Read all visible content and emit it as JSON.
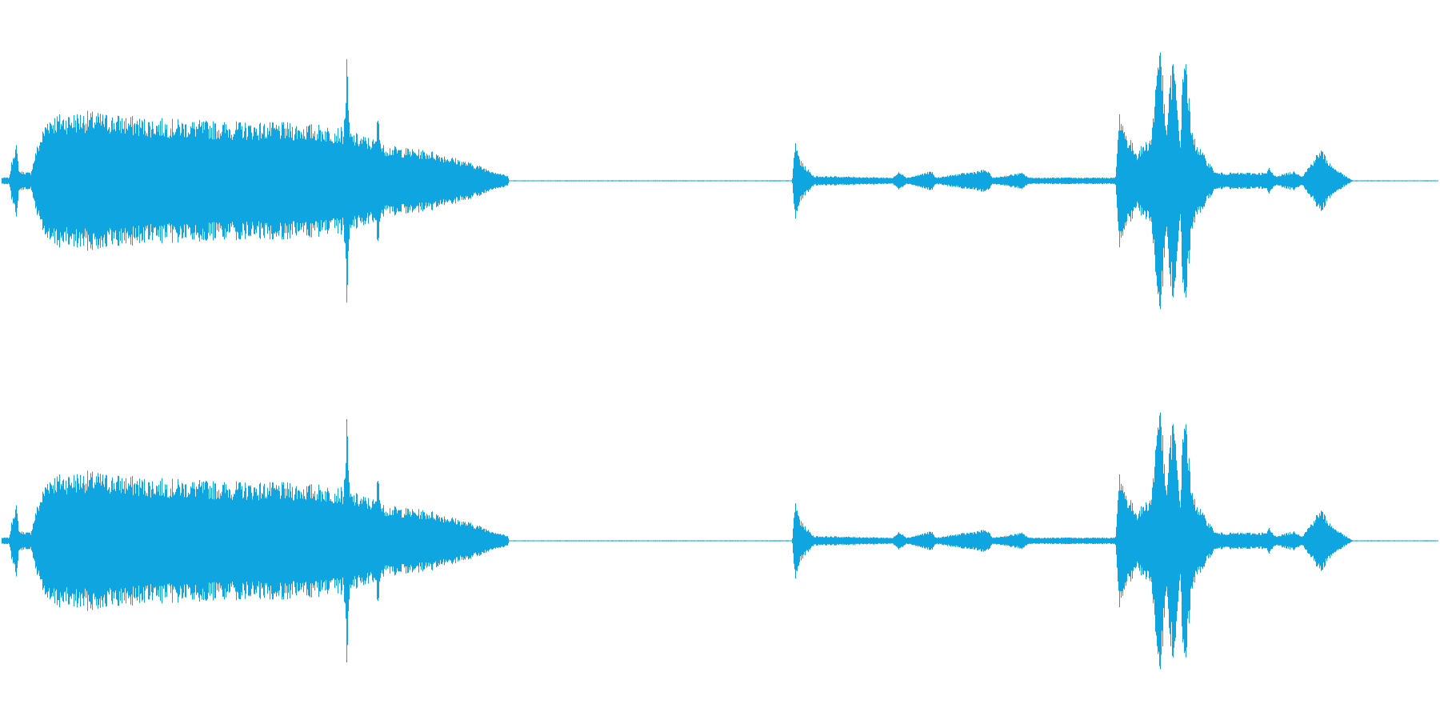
{
  "waveform": {
    "color": "#0ea5e0",
    "background": "#ffffff",
    "channels": [
      {
        "name": ""
      },
      {
        "name": ""
      }
    ],
    "envelope": [
      {
        "t": 0.0,
        "a": 0.02
      },
      {
        "t": 0.005,
        "a": 0.02
      },
      {
        "t": 0.008,
        "a": 0.18
      },
      {
        "t": 0.01,
        "a": 0.22
      },
      {
        "t": 0.012,
        "a": 0.06
      },
      {
        "t": 0.02,
        "a": 0.05
      },
      {
        "t": 0.024,
        "a": 0.2
      },
      {
        "t": 0.028,
        "a": 0.3
      },
      {
        "t": 0.032,
        "a": 0.4
      },
      {
        "t": 0.06,
        "a": 0.42
      },
      {
        "t": 0.1,
        "a": 0.38
      },
      {
        "t": 0.15,
        "a": 0.36
      },
      {
        "t": 0.2,
        "a": 0.35
      },
      {
        "t": 0.22,
        "a": 0.34
      },
      {
        "t": 0.238,
        "a": 0.32
      },
      {
        "t": 0.24,
        "a": 0.75
      },
      {
        "t": 0.242,
        "a": 0.3
      },
      {
        "t": 0.26,
        "a": 0.25
      },
      {
        "t": 0.262,
        "a": 0.45
      },
      {
        "t": 0.264,
        "a": 0.22
      },
      {
        "t": 0.28,
        "a": 0.2
      },
      {
        "t": 0.3,
        "a": 0.18
      },
      {
        "t": 0.33,
        "a": 0.1
      },
      {
        "t": 0.352,
        "a": 0.03
      },
      {
        "t": 0.353,
        "a": 0.003
      },
      {
        "t": 0.55,
        "a": 0.003
      },
      {
        "t": 0.552,
        "a": 0.25
      },
      {
        "t": 0.556,
        "a": 0.12
      },
      {
        "t": 0.565,
        "a": 0.03
      },
      {
        "t": 0.62,
        "a": 0.02
      },
      {
        "t": 0.625,
        "a": 0.06
      },
      {
        "t": 0.63,
        "a": 0.02
      },
      {
        "t": 0.647,
        "a": 0.06
      },
      {
        "t": 0.65,
        "a": 0.02
      },
      {
        "t": 0.685,
        "a": 0.07
      },
      {
        "t": 0.69,
        "a": 0.02
      },
      {
        "t": 0.71,
        "a": 0.05
      },
      {
        "t": 0.715,
        "a": 0.02
      },
      {
        "t": 0.775,
        "a": 0.02
      },
      {
        "t": 0.778,
        "a": 0.45
      },
      {
        "t": 0.782,
        "a": 0.3
      },
      {
        "t": 0.79,
        "a": 0.18
      },
      {
        "t": 0.8,
        "a": 0.28
      },
      {
        "t": 0.806,
        "a": 0.95
      },
      {
        "t": 0.81,
        "a": 0.3
      },
      {
        "t": 0.815,
        "a": 0.8
      },
      {
        "t": 0.82,
        "a": 0.25
      },
      {
        "t": 0.823,
        "a": 0.9
      },
      {
        "t": 0.828,
        "a": 0.3
      },
      {
        "t": 0.835,
        "a": 0.18
      },
      {
        "t": 0.845,
        "a": 0.05
      },
      {
        "t": 0.88,
        "a": 0.05
      },
      {
        "t": 0.882,
        "a": 0.08
      },
      {
        "t": 0.886,
        "a": 0.03
      },
      {
        "t": 0.9,
        "a": 0.06
      },
      {
        "t": 0.905,
        "a": 0.03
      },
      {
        "t": 0.918,
        "a": 0.2
      },
      {
        "t": 0.925,
        "a": 0.1
      },
      {
        "t": 0.935,
        "a": 0.03
      },
      {
        "t": 0.94,
        "a": 0.003
      },
      {
        "t": 1.0,
        "a": 0.003
      }
    ]
  }
}
